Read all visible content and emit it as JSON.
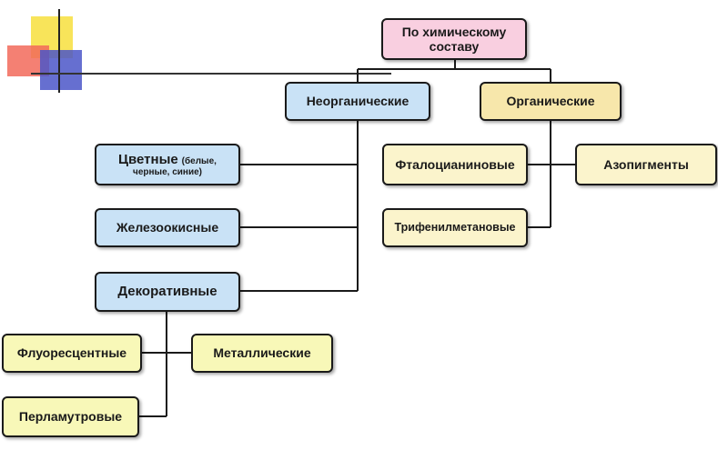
{
  "colors": {
    "root": "#f9cfe0",
    "inorganic": "#c9e2f6",
    "organic": "#f7e7ab",
    "organic_children": "#fbf4cc",
    "decorative_children": "#f8f8b8",
    "lines": "#1a1a1a"
  },
  "root": {
    "line1": "По химическому",
    "line2": "составу"
  },
  "inorganic": {
    "label": "Неорганические"
  },
  "organic": {
    "label": "Органические"
  },
  "colored": {
    "main": "Цветные",
    "note1": "(белые,",
    "note2": "черные, синие)"
  },
  "iron_oxide": {
    "label": "Железоокисные"
  },
  "decorative": {
    "label": "Декоративные"
  },
  "phthalocyanine": {
    "label": "Фталоцианиновые"
  },
  "azo": {
    "label": "Азопигменты"
  },
  "triphenylmethane": {
    "label": "Трифенилметановые"
  },
  "fluorescent": {
    "label": "Флуоресцентные"
  },
  "metallic": {
    "label": "Металлические"
  },
  "pearlescent": {
    "label": "Перламутровые"
  }
}
